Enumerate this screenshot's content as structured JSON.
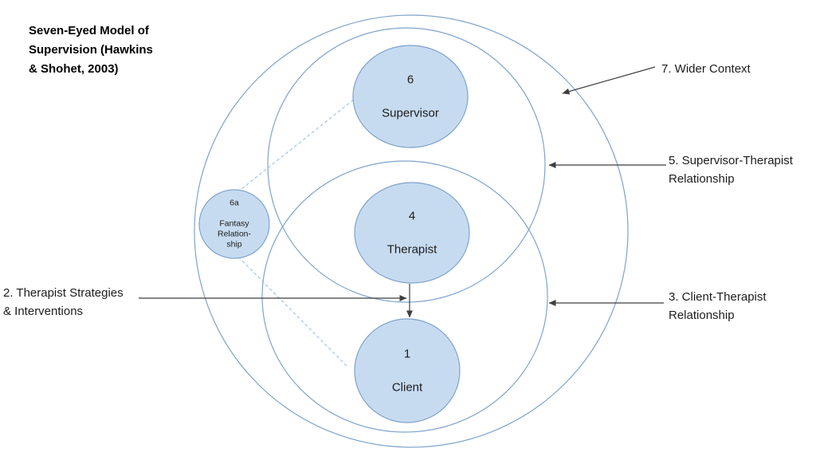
{
  "title": "Seven-Eyed Model of\nSupervision (Hawkins\n& Shohet, 2003)",
  "nodes": {
    "supervisor": {
      "number": "6",
      "label": "Supervisor"
    },
    "therapist": {
      "number": "4",
      "label": "Therapist"
    },
    "client": {
      "number": "1",
      "label": "Client"
    },
    "fantasy": {
      "number": "6a",
      "label": "Fantasy\nRelation-\nship"
    }
  },
  "annotations": {
    "wider_context": "7. Wider Context",
    "supervisor_therapist": "5. Supervisor-Therapist\nRelationship",
    "client_therapist": "3. Client-Therapist\nRelationship",
    "therapist_strategies": "2. Therapist Strategies\n& Interventions"
  },
  "colors": {
    "node_fill": "#c7dbf0",
    "stroke_blue": "#7da3cc",
    "dashed_blue": "#a9c8ea",
    "arrow": "#3f3f3f",
    "text": "#1c1c1c"
  }
}
